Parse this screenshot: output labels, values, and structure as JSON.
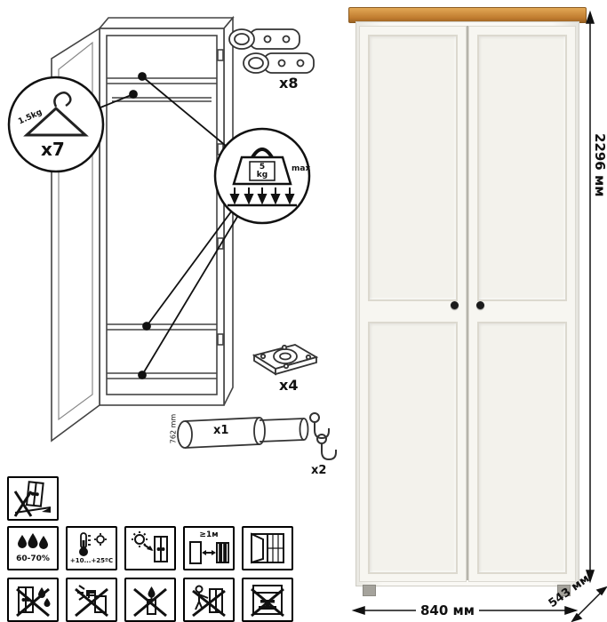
{
  "parts": {
    "hanger": {
      "count": "x7",
      "capacity": "1.5kg"
    },
    "max_load": {
      "value": "5",
      "unit": "kg",
      "qualifier": "max"
    },
    "hinges": {
      "count": "x8"
    },
    "feet": {
      "count": "x4"
    },
    "rail": {
      "count": "x1",
      "length": "762 mm"
    },
    "hooks": {
      "count": "x2"
    }
  },
  "dimensions": {
    "height": "2296 мм",
    "width": "840 мм",
    "depth": "543 мм"
  },
  "conditions": {
    "humidity": "60-70%",
    "temperature": "+10...+25ºC",
    "min_distance": "≥1м"
  },
  "colors": {
    "outline": "#333333",
    "wood_top": "#c9873b",
    "body_white": "#f7f6f1",
    "knob": "#1a1a1a"
  }
}
